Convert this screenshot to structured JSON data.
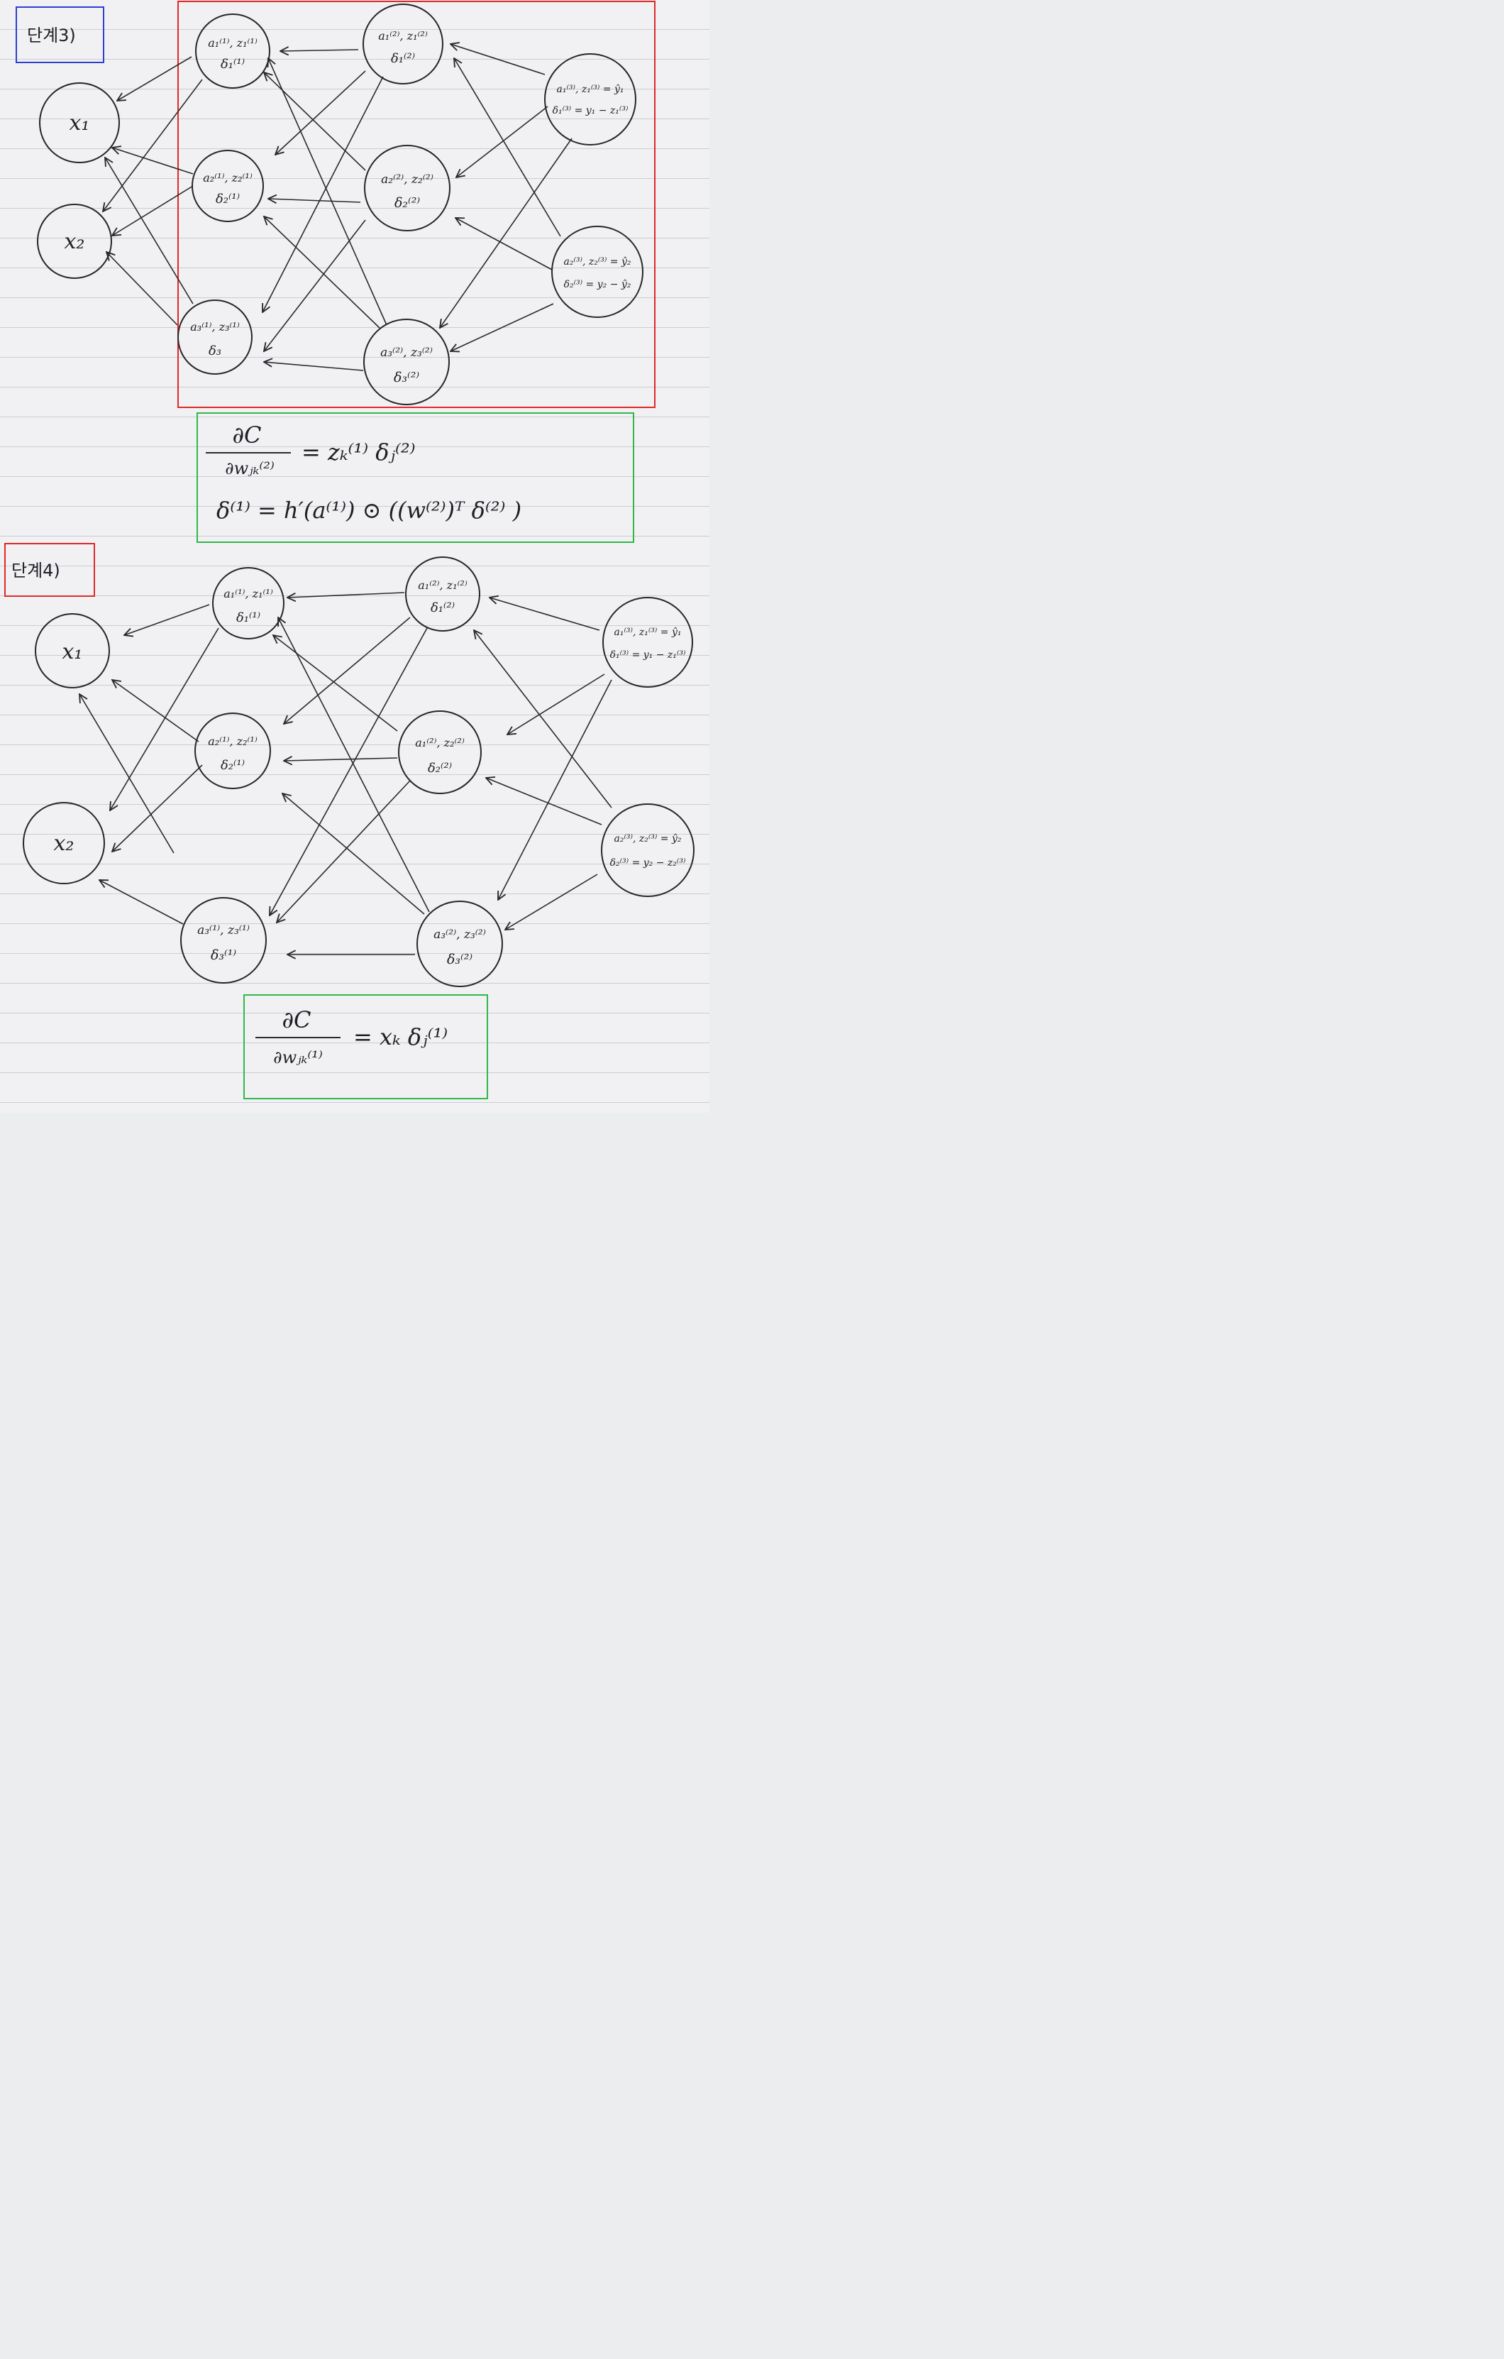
{
  "stage3": {
    "label": "단계3)",
    "inputs": [
      {
        "id": "x1",
        "text": "x₁"
      },
      {
        "id": "x2",
        "text": "x₂"
      }
    ],
    "hidden1": [
      {
        "top": "a₁⁽¹⁾, z₁⁽¹⁾",
        "bottom": "δ₁⁽¹⁾"
      },
      {
        "top": "a₂⁽¹⁾, z₂⁽¹⁾",
        "bottom": "δ₂⁽¹⁾"
      },
      {
        "top": "a₃⁽¹⁾, z₃⁽¹⁾",
        "bottom": "δ₃"
      }
    ],
    "hidden2": [
      {
        "top": "a₁⁽²⁾, z₁⁽²⁾",
        "bottom": "δ₁⁽²⁾"
      },
      {
        "top": "a₂⁽²⁾, z₂⁽²⁾",
        "bottom": "δ₂⁽²⁾"
      },
      {
        "top": "a₃⁽²⁾, z₃⁽²⁾",
        "bottom": "δ₃⁽²⁾"
      }
    ],
    "outputs": [
      {
        "top": "a₁⁽³⁾, z₁⁽³⁾ = ŷ₁",
        "bottom": "δ₁⁽³⁾ = y₁ − z₁⁽³⁾"
      },
      {
        "top": "a₂⁽³⁾, z₂⁽³⁾ = ŷ₂",
        "bottom": "δ₂⁽³⁾ = y₂ − ŷ₂"
      }
    ],
    "formula1": {
      "numerator": "∂C",
      "denominator": "∂wⱼₖ⁽²⁾",
      "rhs": "= zₖ⁽¹⁾ δⱼ⁽²⁾"
    },
    "formula2": "δ⁽¹⁾ = h′(a⁽¹⁾) ⊙ ((w⁽²⁾)ᵀ δ⁽²⁾ )"
  },
  "stage4": {
    "label": "단계4)",
    "inputs": [
      {
        "id": "x1",
        "text": "x₁"
      },
      {
        "id": "x2",
        "text": "x₂"
      }
    ],
    "hidden1": [
      {
        "top": "a₁⁽¹⁾, z₁⁽¹⁾",
        "bottom": "δ₁⁽¹⁾"
      },
      {
        "top": "a₂⁽¹⁾, z₂⁽¹⁾",
        "bottom": "δ₂⁽¹⁾"
      },
      {
        "top": "a₃⁽¹⁾, z₃⁽¹⁾",
        "bottom": "δ₃⁽¹⁾"
      }
    ],
    "hidden2": [
      {
        "top": "a₁⁽²⁾, z₁⁽²⁾",
        "bottom": "δ₁⁽²⁾"
      },
      {
        "top": "a₁⁽²⁾, z₂⁽²⁾",
        "bottom": "δ₂⁽²⁾"
      },
      {
        "top": "a₃⁽²⁾, z₃⁽²⁾",
        "bottom": "δ₃⁽²⁾"
      }
    ],
    "outputs": [
      {
        "top": "a₁⁽³⁾, z₁⁽³⁾ = ŷ₁",
        "bottom": "δ₁⁽³⁾ = y₁ − z₁⁽³⁾"
      },
      {
        "top": "a₂⁽³⁾, z₂⁽³⁾ = ŷ₂",
        "bottom": "δ₂⁽³⁾ = y₂ − z₂⁽³⁾"
      }
    ],
    "formula": {
      "numerator": "∂C",
      "denominator": "∂wⱼₖ⁽¹⁾",
      "rhs": "= xₖ δⱼ⁽¹⁾"
    }
  },
  "colors": {
    "ink": "#2a2a2e",
    "label_box_stage3": "#2e3fd0",
    "network_box_stage3": "#e02828",
    "formula_box": "#2fb84a",
    "label_box_stage4": "#e02828",
    "paper": "#f1f1f3",
    "ruled_line": "#c9cdd6"
  }
}
